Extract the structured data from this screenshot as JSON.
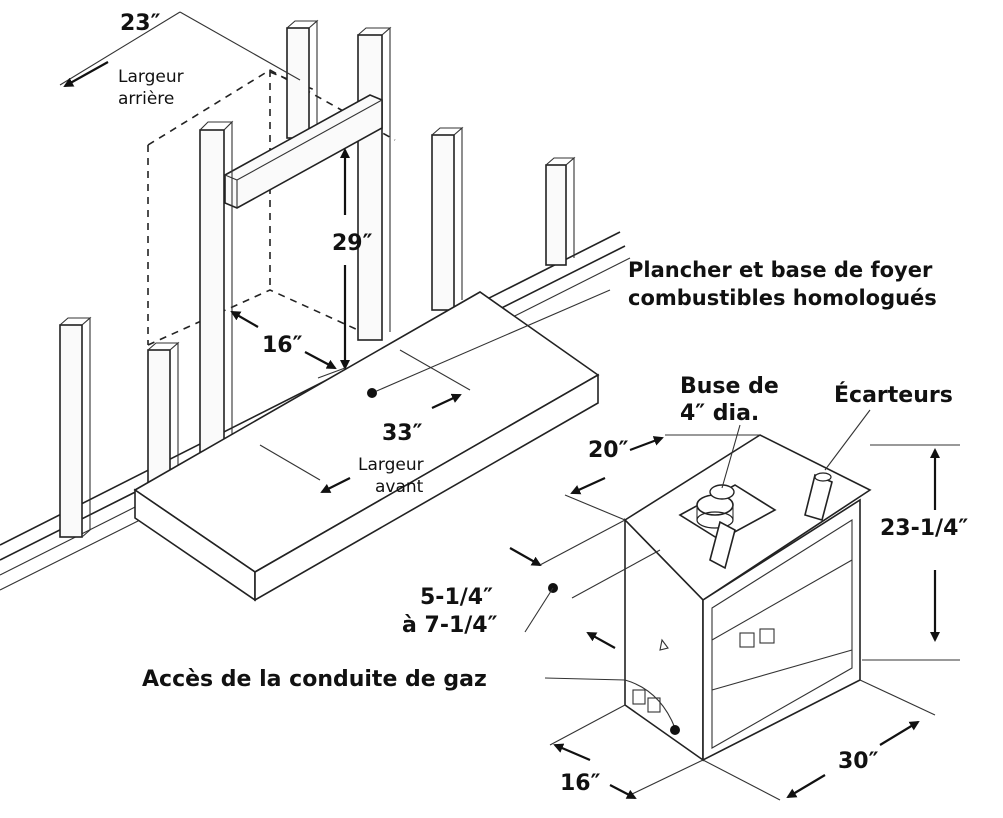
{
  "labels": {
    "rear_width_value": "23″",
    "rear_width_text1": "Largeur",
    "rear_width_text2": "arrière",
    "height_value": "29″",
    "depth_value": "16″",
    "front_width_value": "33″",
    "front_width_text1": "Largeur",
    "front_width_text2": "avant",
    "floor_line1": "Plancher et base de foyer",
    "floor_line2": "combustibles homologués",
    "flue_line1": "Buse de",
    "flue_line2": "4″ dia.",
    "standoffs": "Écarteurs",
    "unit_width_top": "20″",
    "unit_height": "23-1/4″",
    "offset_line1": "5-1/4″",
    "offset_line2": "à 7-1/4″",
    "gas_access": "Accès de la conduite de gaz",
    "unit_depth": "16″",
    "unit_width": "30″"
  }
}
